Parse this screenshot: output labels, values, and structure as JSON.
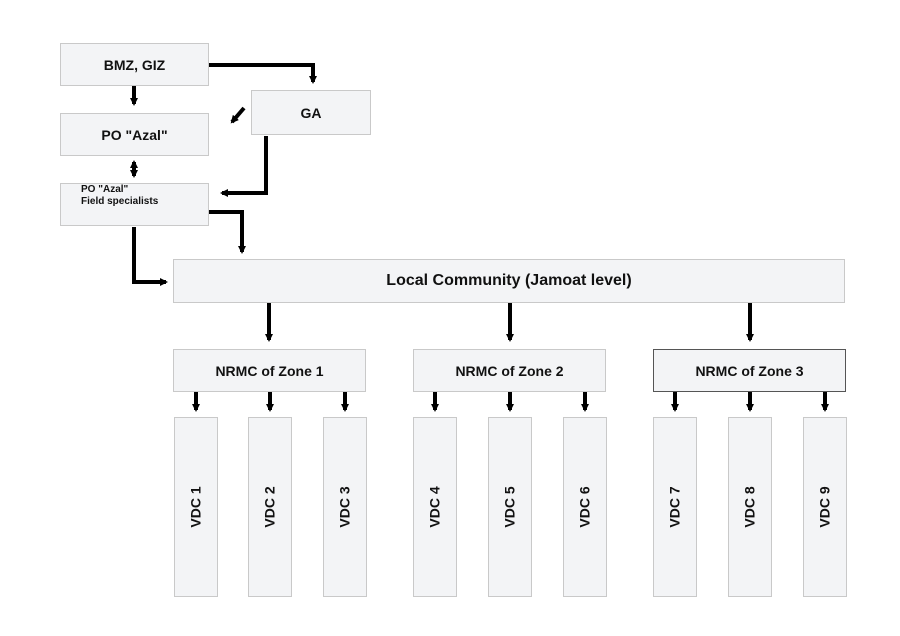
{
  "nodes": {
    "bmz_giz": "BMZ, GIZ",
    "ga": "GA",
    "po_azal": "PO \"Azal\"",
    "po_field_line1": "PO \"Azal\"",
    "po_field_line2": "Field specialists",
    "local_community": "Local Community (Jamoat level)",
    "nrmc": [
      "NRMC of Zone 1",
      "NRMC of Zone 2",
      "NRMC of Zone 3"
    ],
    "vdc": [
      "VDC 1",
      "VDC 2",
      "VDC 3",
      "VDC 4",
      "VDC 5",
      "VDC 6",
      "VDC 7",
      "VDC 8",
      "VDC 9"
    ]
  }
}
